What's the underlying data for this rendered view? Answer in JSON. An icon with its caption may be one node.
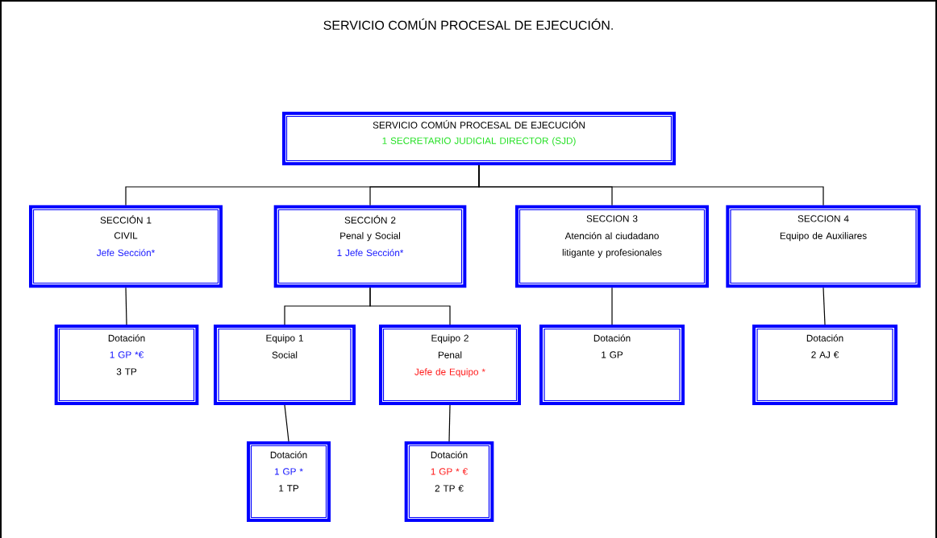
{
  "diagram": {
    "title": "SERVICIO COMÚN PROCESAL DE EJECUCIÓN.",
    "nodes": [
      {
        "text": [
          "SERVICIO COMÚN PROCESAL DE EJECUCIÓN",
          "1 SECRETARIO JUDICIAL DIRECTOR (SJD)"
        ]
      },
      {
        "text": [
          "SECCIÓN 1",
          "CIVIL",
          "Jefe Sección*"
        ]
      },
      {
        "text": [
          "SECCIÓN 2",
          "Penal y Social",
          "1 Jefe Sección*"
        ]
      },
      {
        "text": [
          "SECCION 3",
          "Atención al ciudadano litigante y profesionales"
        ]
      },
      {
        "text": [
          "SECCION 4",
          "Equipo de Auxiliares"
        ]
      },
      {
        "text": [
          "Dotación",
          "1 GP *€",
          "3 TP"
        ]
      },
      {
        "text": [
          "Equipo 1",
          "Social"
        ]
      },
      {
        "text": [
          "Equipo 2",
          "Penal",
          "Jefe de Equipo *"
        ]
      },
      {
        "text": [
          "Dotación",
          "1 GP"
        ]
      },
      {
        "text": [
          "Dotación",
          "2 AJ €"
        ]
      },
      {
        "text": [
          "Dotación",
          "1 GP *",
          "1 TP"
        ]
      },
      {
        "text": [
          "Dotación",
          "1 GP * €",
          "2 TP €"
        ]
      }
    ],
    "edges": [
      {
        "from": 0,
        "to": 1,
        "arrow": "none"
      },
      {
        "from": 0,
        "to": 2,
        "arrow": "none"
      },
      {
        "from": 0,
        "to": 3,
        "arrow": "none"
      },
      {
        "from": 0,
        "to": 4,
        "arrow": "none"
      },
      {
        "from": 1,
        "to": 5,
        "arrow": "none"
      },
      {
        "from": 2,
        "to": 6,
        "arrow": "none"
      },
      {
        "from": 2,
        "to": 7,
        "arrow": "none"
      },
      {
        "from": 3,
        "to": 8,
        "arrow": "none"
      },
      {
        "from": 4,
        "to": 9,
        "arrow": "none"
      },
      {
        "from": 6,
        "to": 10,
        "arrow": "none"
      },
      {
        "from": 7,
        "to": 11,
        "arrow": "none"
      }
    ]
  }
}
